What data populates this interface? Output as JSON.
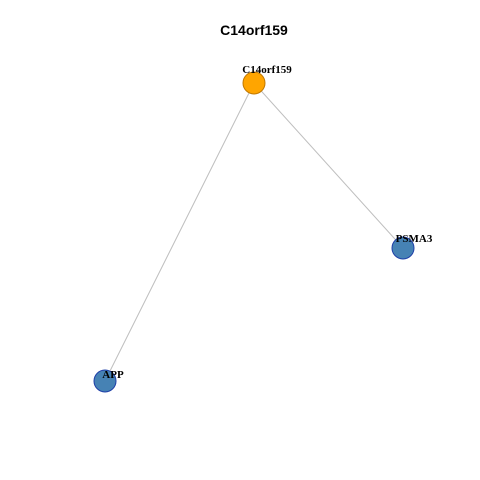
{
  "graph": {
    "title": "C14orf159",
    "colors": {
      "center_fill": "#FFA500",
      "center_stroke": "#C07800",
      "neighbor_fill": "#4682B4",
      "neighbor_stroke": "#1E3FA8",
      "edge": "#BEBEBE"
    },
    "nodes": [
      {
        "id": "C14orf159",
        "label": "C14orf159",
        "role": "center"
      },
      {
        "id": "PSMA3",
        "label": "PSMA3",
        "role": "neighbor"
      },
      {
        "id": "APP",
        "label": "APP",
        "role": "neighbor"
      }
    ],
    "edges": [
      {
        "source": "C14orf159",
        "target": "PSMA3"
      },
      {
        "source": "C14orf159",
        "target": "APP"
      }
    ]
  }
}
